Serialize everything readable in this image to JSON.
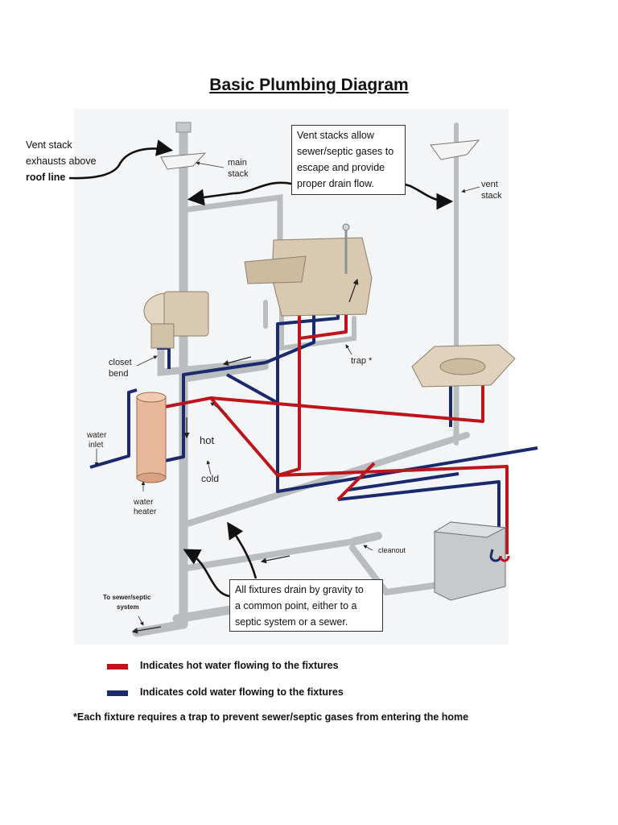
{
  "title": "Basic Plumbing Diagram",
  "callouts": {
    "vent_stack_exhaust_line1": "Vent stack",
    "vent_stack_exhaust_line2": "exhausts above",
    "vent_stack_exhaust_line3": "roof line",
    "vent_box_line1": "Vent stacks allow",
    "vent_box_line2": "sewer/septic gases to",
    "vent_box_line3": "escape and provide",
    "vent_box_line4": "proper drain flow.",
    "drain_box_line1": "All fixtures drain by gravity to",
    "drain_box_line2": "a common point, either to a",
    "drain_box_line3": "septic system or a sewer."
  },
  "labels": {
    "main_stack_1": "main",
    "main_stack_2": "stack",
    "vent_stack_1": "vent",
    "vent_stack_2": "stack",
    "closet_bend_1": "closet",
    "closet_bend_2": "bend",
    "trap": "trap *",
    "water_inlet_1": "water",
    "water_inlet_2": "inlet",
    "hot": "hot",
    "cold": "cold",
    "water_heater_1": "water",
    "water_heater_2": "heater",
    "cleanout": "cleanout",
    "to_sewer_1": "To sewer/septic",
    "to_sewer_2": "system"
  },
  "legend": [
    {
      "color": "#c0141c",
      "text": "Indicates hot water flowing to the fixtures"
    },
    {
      "color": "#1a2a6c",
      "text": "Indicates cold water flowing to the fixtures"
    }
  ],
  "footnote": "*Each fixture requires a trap to prevent sewer/septic gases from entering the home",
  "colors": {
    "hot_water": "#c0141c",
    "cold_water": "#1a2a6c",
    "drain_pipe": "#b9bdbf",
    "fixture": "#d9c9b0",
    "heater": "#e8b89a"
  },
  "icons": [
    "toilet-icon",
    "bathtub-icon",
    "sink-icon",
    "washing-machine-icon",
    "water-heater-icon"
  ]
}
